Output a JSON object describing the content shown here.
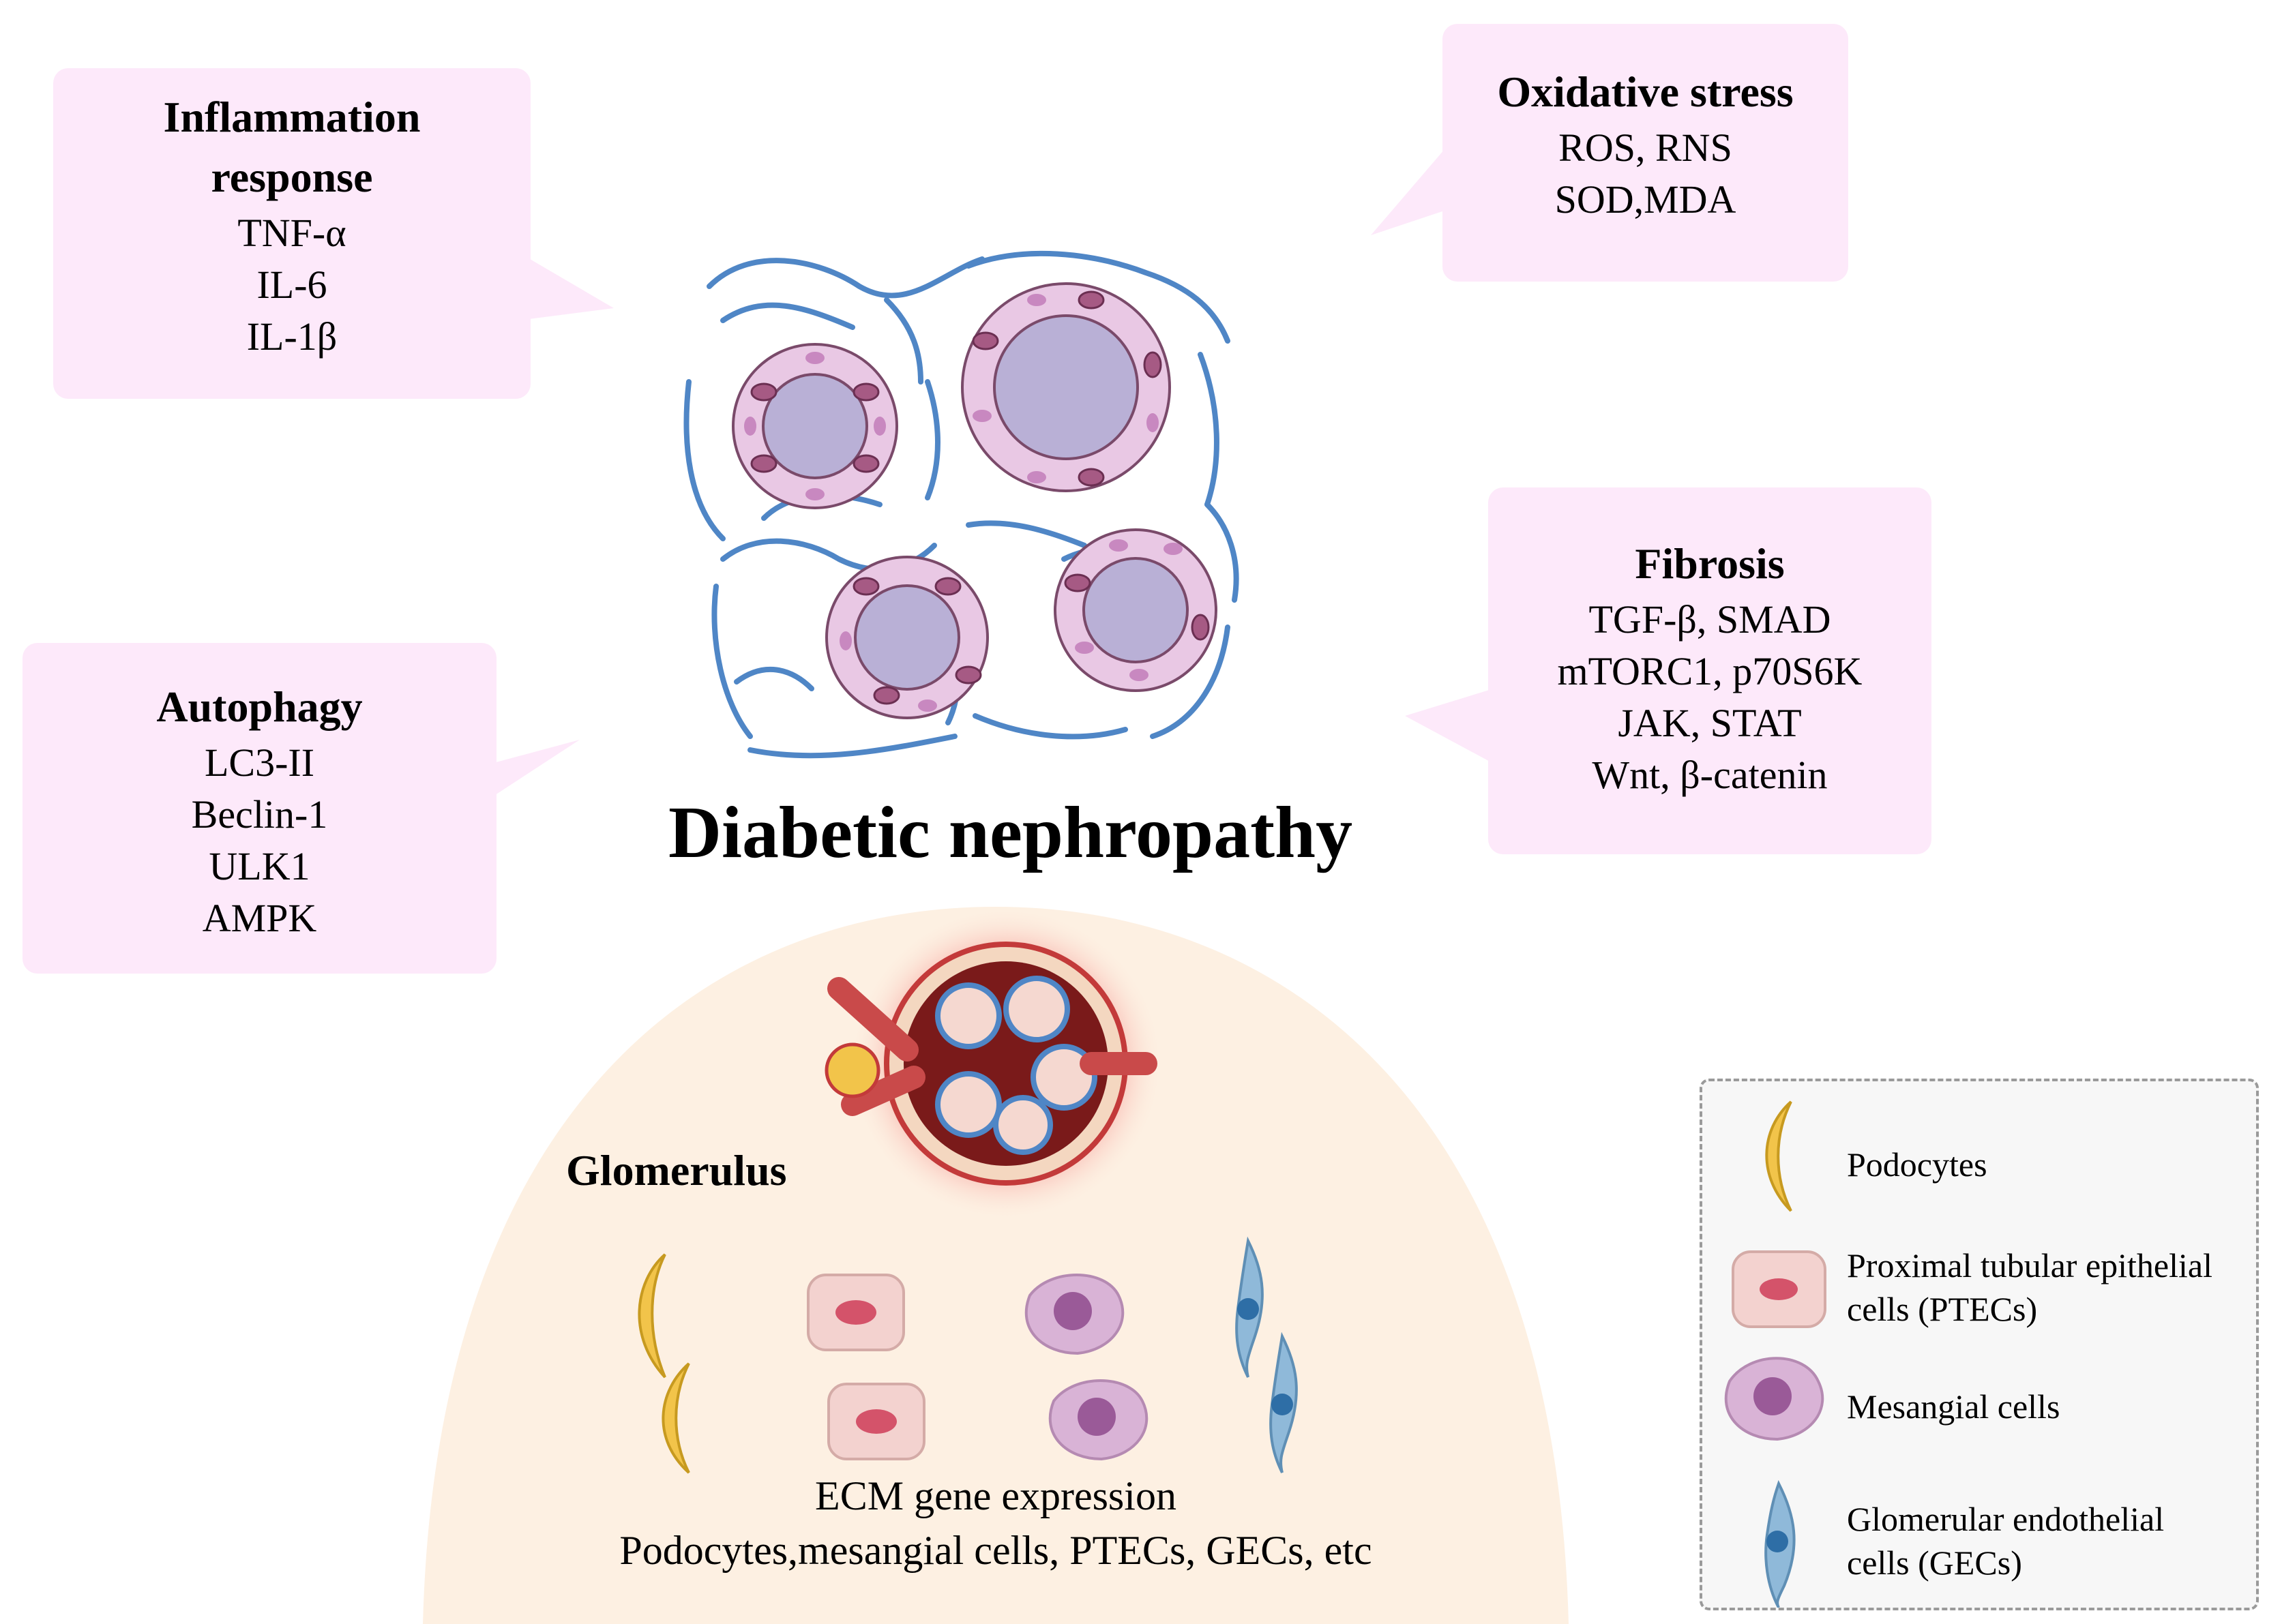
{
  "main_title": "Diabetic nephropathy",
  "callouts": {
    "inflammation": {
      "title_line1": "Inflammation",
      "title_line2": "response",
      "items": [
        "TNF-α",
        "IL-6",
        "IL-1β"
      ]
    },
    "oxidative": {
      "title": "Oxidative stress",
      "items": [
        "ROS, RNS",
        "SOD,MDA"
      ]
    },
    "autophagy": {
      "title": "Autophagy",
      "items": [
        "LC3-II",
        "Beclin-1",
        "ULK1",
        "AMPK"
      ]
    },
    "fibrosis": {
      "title": "Fibrosis",
      "items": [
        "TGF-β, SMAD",
        "mTORC1, p70S6K",
        "JAK, STAT",
        "Wnt, β-catenin"
      ]
    }
  },
  "glomerulus_label": "Glomerulus",
  "ecm": {
    "line1": "ECM gene expression",
    "line2": "Podocytes,mesangial cells, PTECs, GECs, etc"
  },
  "legend": {
    "podocytes": "Podocytes",
    "ptecs_line1": "Proximal tubular epithelial",
    "ptecs_line2": "cells (PTECs)",
    "mesangial": "Mesangial cells",
    "gecs_line1": "Glomerular endothelial",
    "gecs_line2": "cells (GECs)"
  },
  "colors": {
    "callout_bg": "#fde9fa",
    "dome_bg": "#fdf0e2",
    "fiber_blue": "#4f86c6",
    "lumen": "#b9b0d6",
    "cell_light": "#e9c8e4",
    "cell_dark": "#a65a84",
    "podocyte": "#f2c44a",
    "ptec": "#f3d2cf",
    "mesangial": "#c9a0c8",
    "gec": "#8fb9d9"
  }
}
